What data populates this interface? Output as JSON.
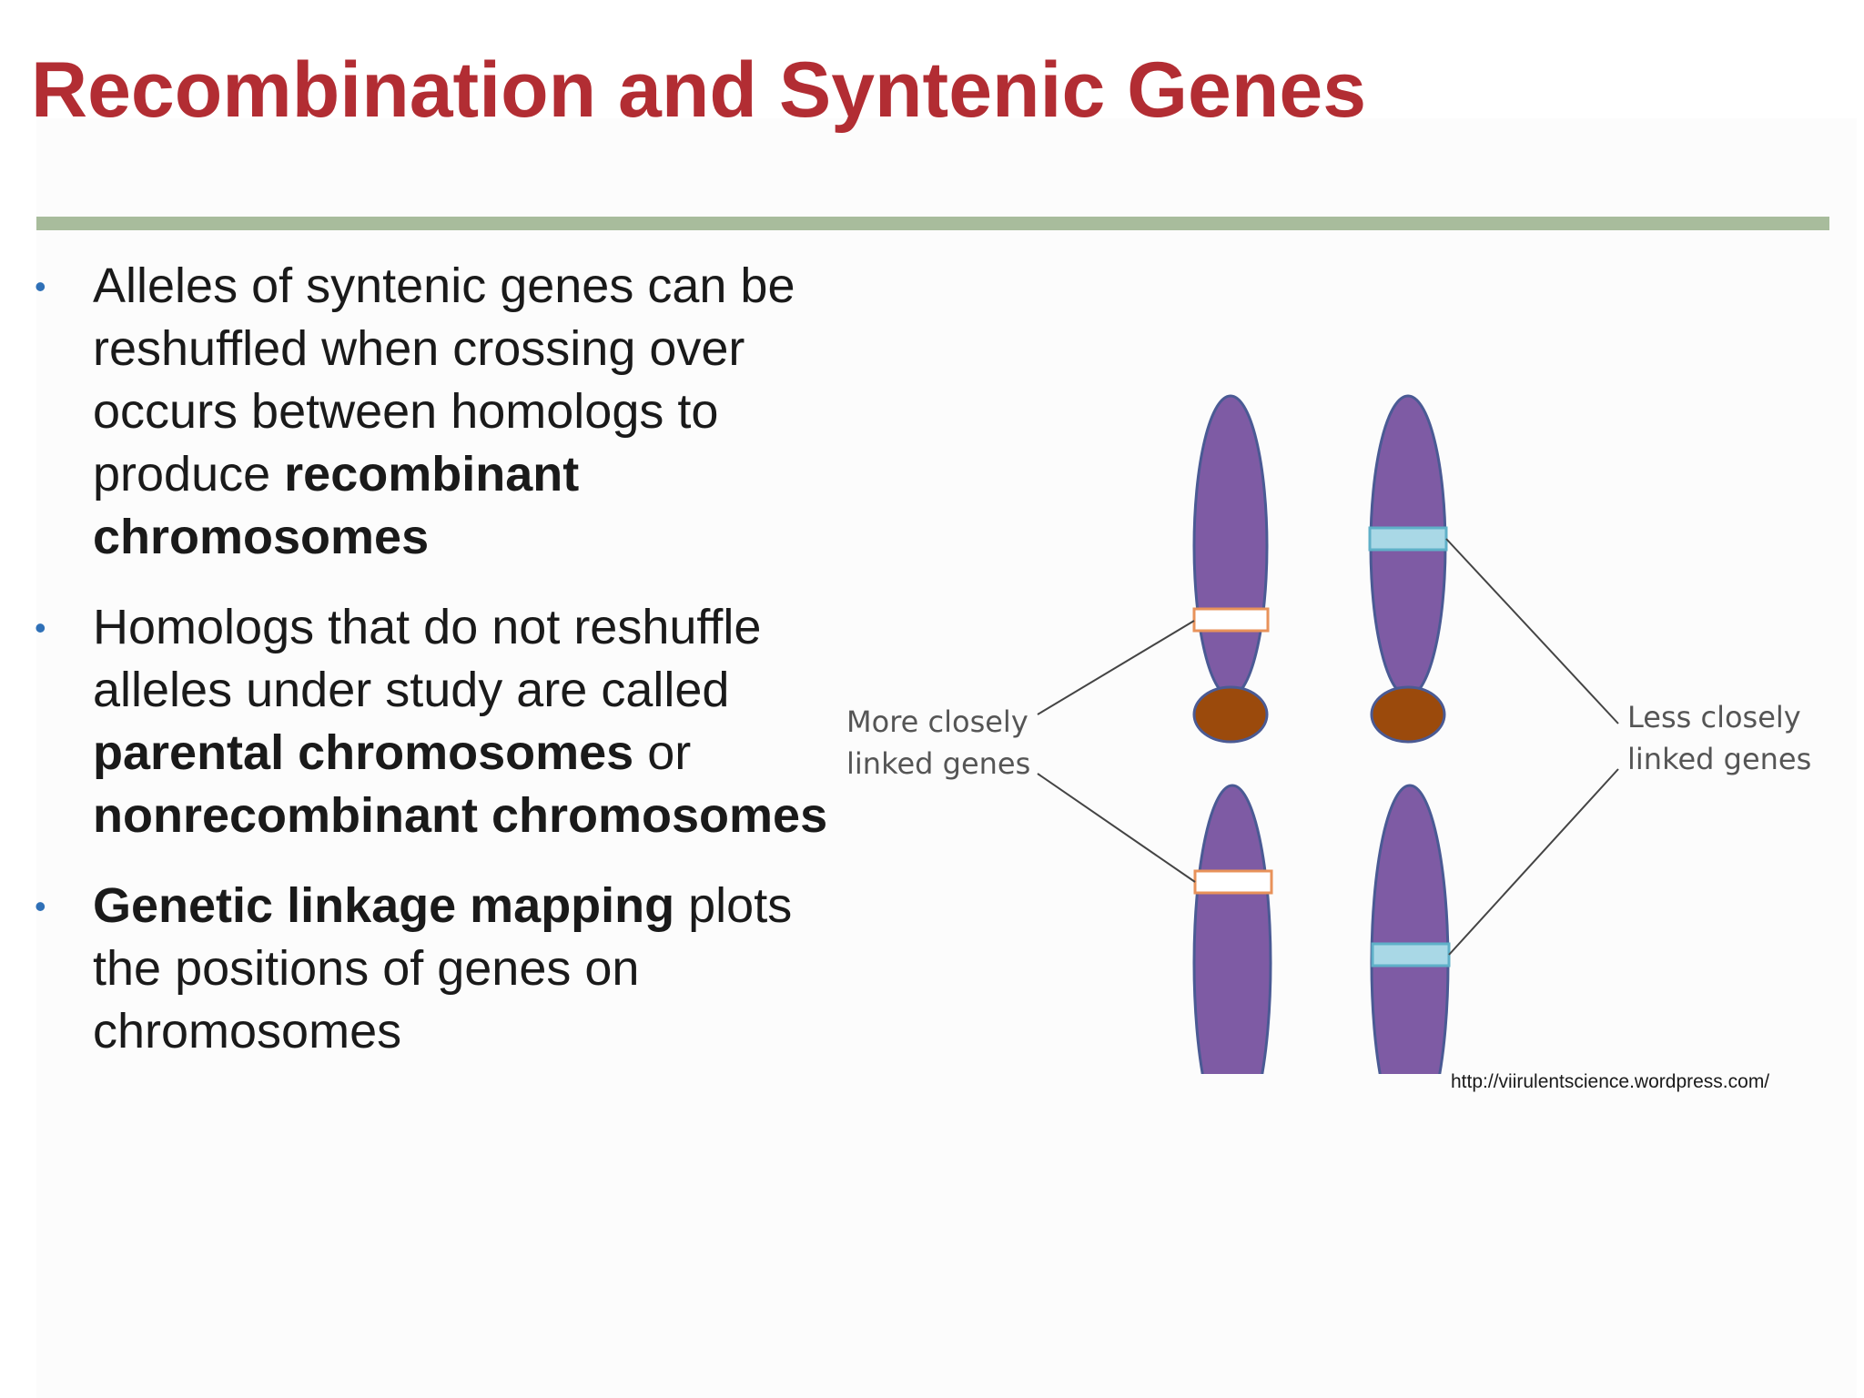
{
  "title": "Recombination and Syntenic Genes",
  "bullets": [
    {
      "parts": [
        {
          "text": "Alleles of syntenic genes can be reshuffled when crossing over occurs between homologs to produce ",
          "bold": false
        },
        {
          "text": "recombinant chromosomes",
          "bold": true
        }
      ]
    },
    {
      "parts": [
        {
          "text": "Homologs that do not reshuffle alleles under study are called ",
          "bold": false
        },
        {
          "text": "parental chromosomes",
          "bold": true
        },
        {
          "text": " or ",
          "bold": false
        },
        {
          "text": "nonrecombinant chromosomes",
          "bold": true
        }
      ]
    },
    {
      "parts": [
        {
          "text": "Genetic linkage mapping",
          "bold": true
        },
        {
          "text": " plots the positions of genes on chromosomes",
          "bold": false
        }
      ]
    }
  ],
  "diagram": {
    "label_left": [
      "More closely",
      "linked genes"
    ],
    "label_right": [
      "Less closely",
      "linked genes"
    ],
    "source": "http://viirulentscience.wordpress.com/"
  },
  "colors": {
    "title": "#b22d33",
    "rule": "#a8bc9c",
    "bullet_marker": "#2f70b7",
    "chromosome": "#7e5ba4",
    "chromosome_outline": "#4a5a94",
    "centromere": "#9b4a0c",
    "gene_band_close": "#ffffff",
    "gene_band_close_border": "#e8925a",
    "gene_band_far": "#a9d8e6",
    "gene_band_far_border": "#5fb0c8",
    "leader_line": "#444444"
  }
}
